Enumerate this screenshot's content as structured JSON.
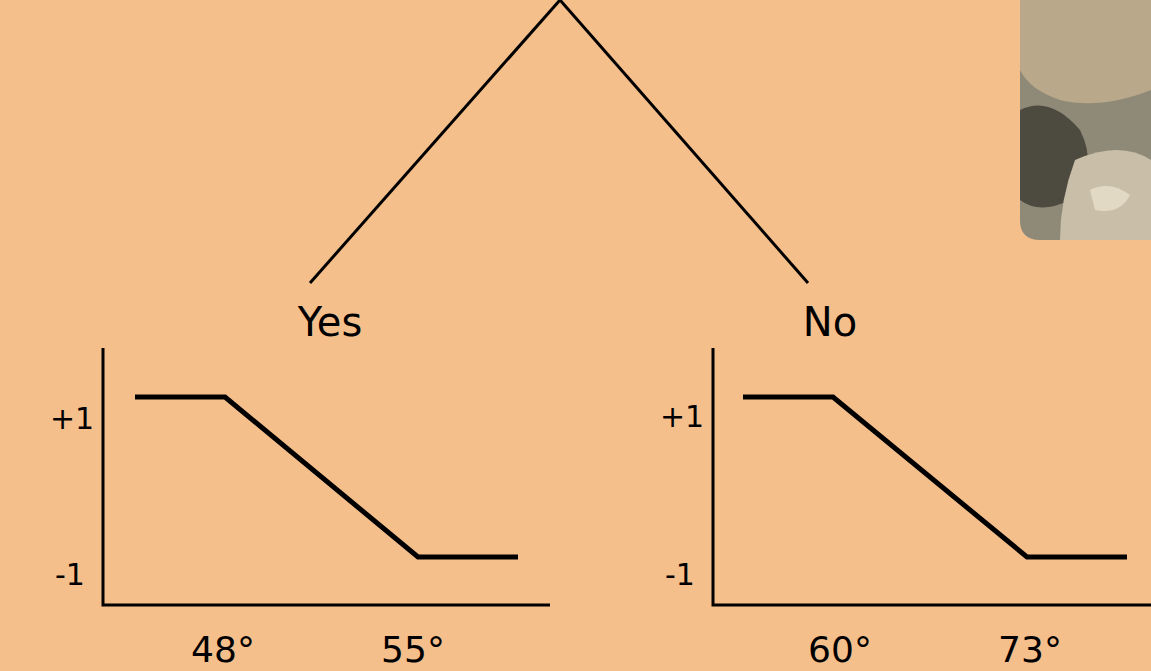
{
  "diagram": {
    "labels": [
      "Yes",
      "No",
      "+1",
      "-1",
      "48°",
      "55°",
      "+1",
      "-1",
      "60°",
      "73°"
    ]
  }
}
